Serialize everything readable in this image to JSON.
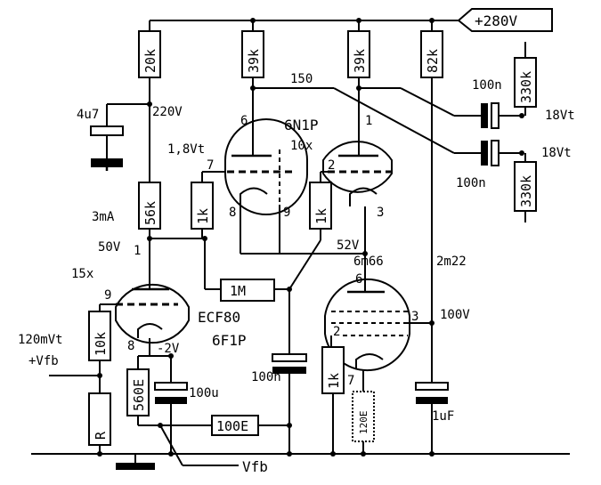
{
  "supply": {
    "label": "+280V"
  },
  "resistors": {
    "r_20k": "20k",
    "r_39k_a": "39k",
    "r_39k_b": "39k",
    "r_82k": "82k",
    "r_56k": "56k",
    "r_1k_a": "1k",
    "r_1k_b": "1k",
    "r_1k_c": "1k",
    "r_330k_a": "330k",
    "r_330k_b": "330k",
    "r_1m": "1M",
    "r_10k": "10k",
    "r_560": "560E",
    "r_100e": "100E",
    "r_120e": "120E",
    "r_r": "R"
  },
  "capacitors": {
    "c_4u7": "4u7",
    "c_100n_a": "100n",
    "c_100n_b": "100n",
    "c_100n_c": "100n",
    "c_100u": "100u",
    "c_1uf": "1uF"
  },
  "tubes": {
    "tube1_name": "6N1P",
    "tube2_name": "ECF80",
    "tube2_alt": "6F1P"
  },
  "pins": {
    "p6": "6",
    "p1": "1",
    "p7": "7",
    "p2": "2",
    "p8": "8",
    "p9": "9",
    "p3": "3",
    "q1": "1",
    "q9": "9",
    "q8": "8",
    "s6": "6",
    "s3": "3",
    "s2": "2",
    "s7": "7"
  },
  "annotations": {
    "v220": "220V",
    "v150": "150",
    "v18a": "18Vt",
    "v18b": "18Vt",
    "v1_8": "1,8Vt",
    "g10x": "10x",
    "i3ma": "3mA",
    "v50": "50V",
    "g15x": "15x",
    "v52": "52V",
    "t6m66": "6m66",
    "t2m22": "2m22",
    "v100": "100V",
    "v120m": "120mVt",
    "vfb_in": "+Vfb",
    "vneg2": "-2V",
    "vfb_out": "Vfb"
  }
}
